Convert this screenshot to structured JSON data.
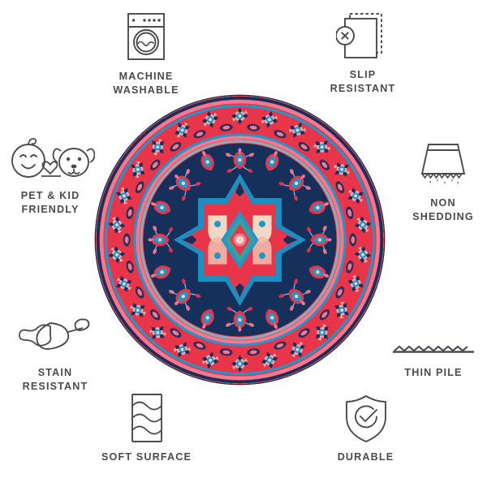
{
  "page": {
    "background": "#ffffff",
    "text_color": "#4a4a4f",
    "product": "round persian medallion area rug"
  },
  "rug": {
    "shape": "circle",
    "style_name": "persian medallion",
    "colors": {
      "field": "#16305c",
      "border_ground": "#e8354a",
      "accent_blue": "#2196c9",
      "accent_pink": "#ef7b93",
      "accent_cream": "#efd9c4",
      "accent_teal": "#3f9e9a",
      "edge_outline": "#1d2c4d",
      "ring_gray": "#9aa3b0"
    }
  },
  "features": [
    {
      "id": "machine-washable",
      "icon": "washing-machine-icon",
      "label": "MACHINE\nWASHABLE"
    },
    {
      "id": "slip-resistant",
      "icon": "no-slip-icon",
      "label": "SLIP\nRESISTANT"
    },
    {
      "id": "pet-kid-friendly",
      "icon": "baby-and-dog-icon",
      "label": "PET & KID\nFRIENDLY"
    },
    {
      "id": "non-shedding",
      "icon": "rug-fringe-icon",
      "label": "NON\nSHEDDING"
    },
    {
      "id": "stain-resistant",
      "icon": "spilled-glass-icon",
      "label": "STAIN\nRESISTANT"
    },
    {
      "id": "thin-pile",
      "icon": "low-pile-icon",
      "label": "THIN PILE"
    },
    {
      "id": "soft-surface",
      "icon": "wavy-lines-icon",
      "label": "SOFT SURFACE"
    },
    {
      "id": "durable",
      "icon": "shield-check-icon",
      "label": "DURABLE"
    }
  ]
}
